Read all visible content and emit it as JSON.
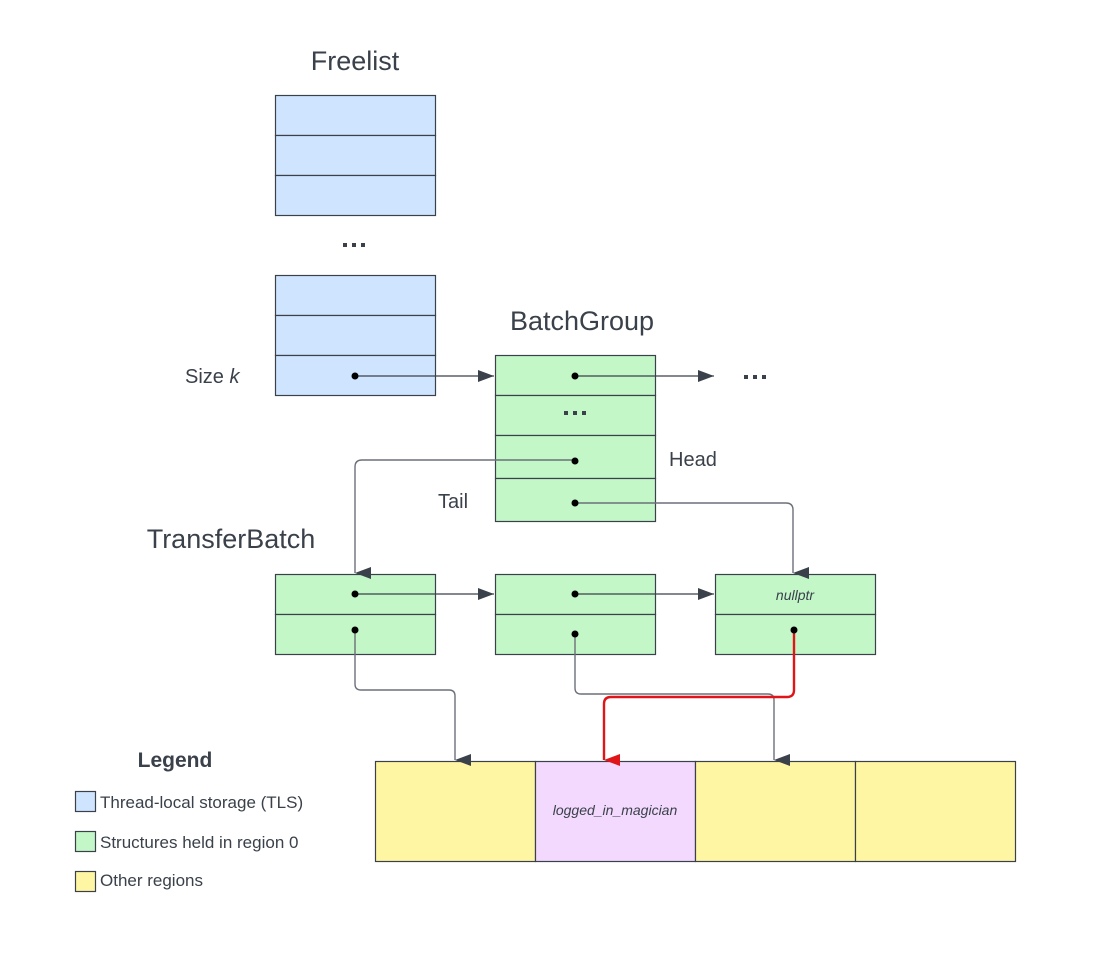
{
  "titles": {
    "freelist": "Freelist",
    "batchgroup": "BatchGroup",
    "transferbatch": "TransferBatch"
  },
  "labels": {
    "size_prefix": "Size ",
    "size_var": "k",
    "head": "Head",
    "tail": "Tail",
    "nullptr": "nullptr",
    "victim": "logged_in_magician"
  },
  "legend": {
    "title": "Legend",
    "items": [
      {
        "label": "Thread-local storage (TLS)",
        "color": "#cfe4ff"
      },
      {
        "label": "Structures held in region 0",
        "color": "#c3f7c8"
      },
      {
        "label": "Other regions",
        "color": "#fff6a3"
      }
    ]
  },
  "colors": {
    "tls": "#cfe4ff",
    "region0": "#c3f7c8",
    "other": "#fff6a3",
    "victim": "#f2d9fd",
    "highlight_arrow": "#e0151a"
  }
}
